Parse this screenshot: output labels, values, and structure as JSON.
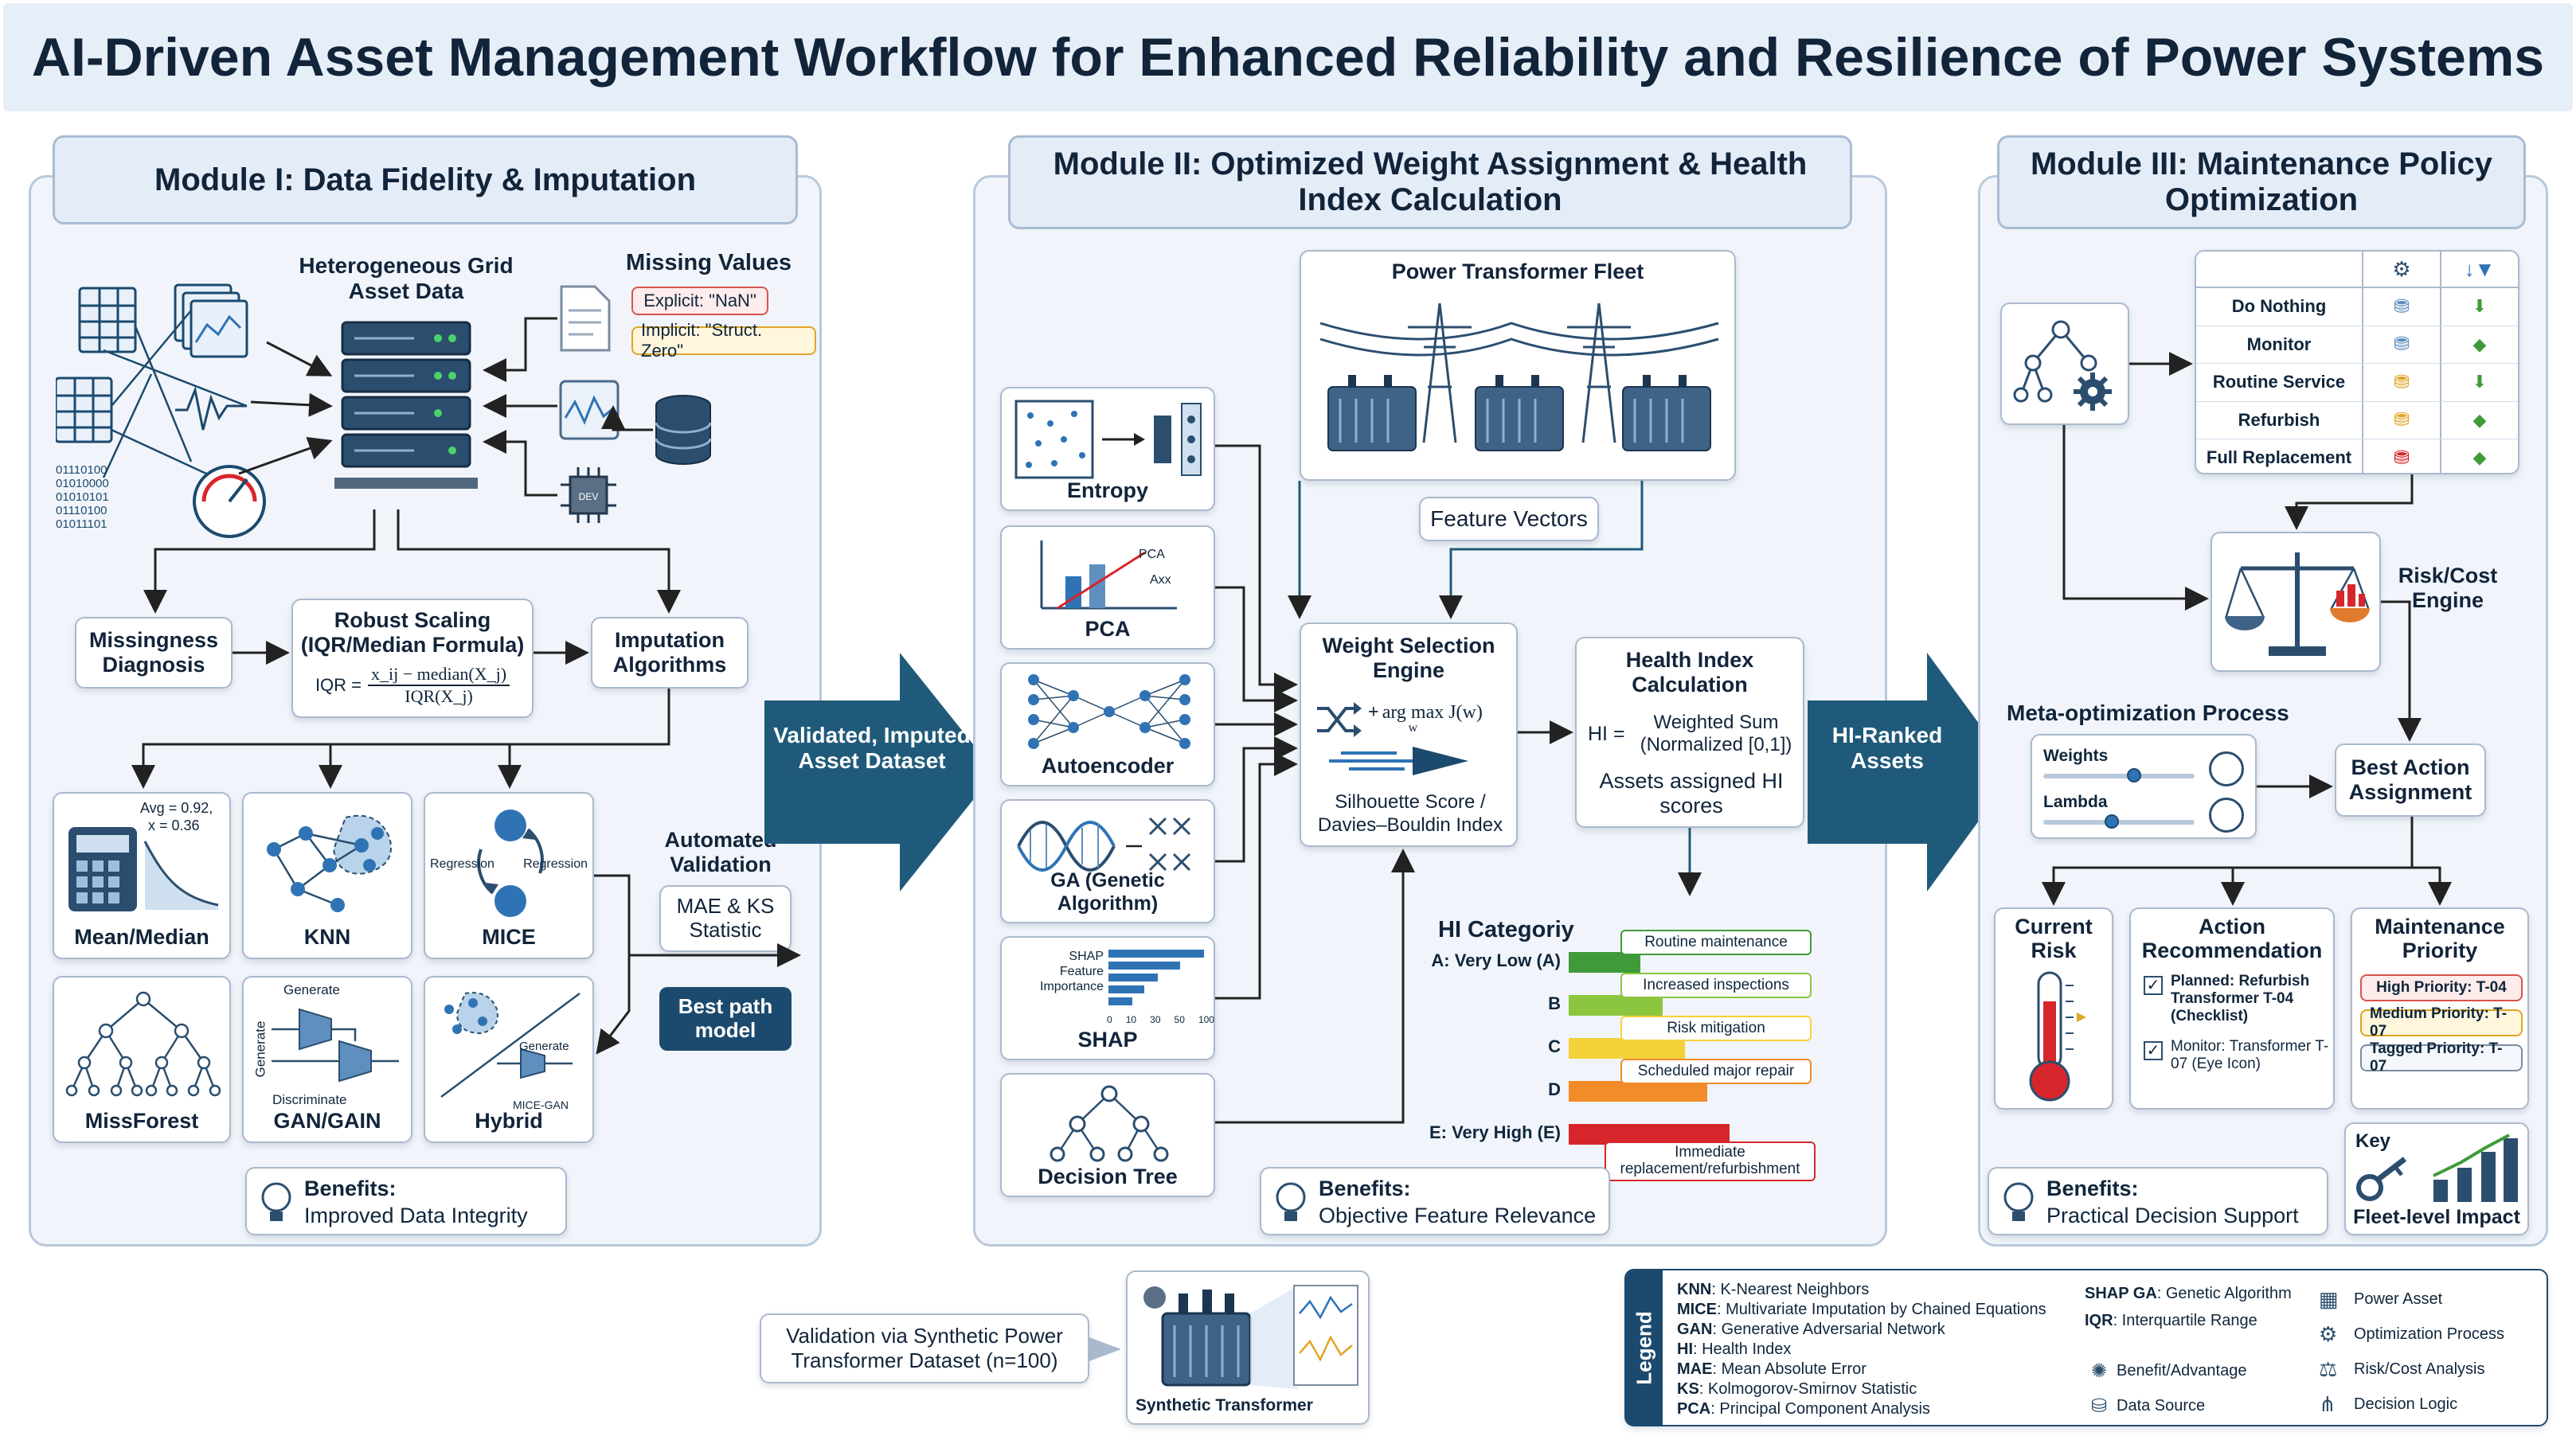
{
  "title": "AI-Driven Asset Management Workflow for Enhanced Reliability and Resilience of Power Systems",
  "module1": {
    "header": "Module I: Data Fidelity & Imputation",
    "grid_data_label": "Heterogeneous Grid Asset Data",
    "binary_text": [
      "01110100",
      "01010000",
      "01010101",
      "01110100",
      "01011101"
    ],
    "missing_values": {
      "title": "Missing Values",
      "explicit": "Explicit: \"NaN\"",
      "implicit": "Implicit: \"Struct. Zero\""
    },
    "chip_text": "DEV",
    "missingness": "Missingness Diagnosis",
    "scaling": {
      "title": "Robust Scaling (IQR/Median Formula)",
      "formula_left": "IQR =",
      "numerator": "x_ij − median(X_j)",
      "denominator": "IQR(X_j)"
    },
    "imputation": "Imputation Algorithms",
    "methods": [
      {
        "label": "Mean/Median",
        "note_avg": "Avg = 0.92,",
        "note_x": "x = 0.36"
      },
      {
        "label": "KNN"
      },
      {
        "label": "MICE",
        "note_l": "Regression",
        "note_r": "Regression"
      },
      {
        "label": "MissForest"
      },
      {
        "label": "GAN/GAIN",
        "note_gen": "Generate",
        "note_gen_v": "Generate",
        "note_disc": "Discriminate"
      },
      {
        "label": "Hybrid",
        "note_gen": "Generate",
        "note_mice": "MICE-GAN"
      }
    ],
    "auto_validation": {
      "title": "Automated Validation",
      "stat": "MAE & KS Statistic",
      "best": "Best path model"
    },
    "benefits_title": "Benefits:",
    "benefits_text": "Improved Data Integrity"
  },
  "arrow1": "Validated, Imputed Asset Dataset",
  "module2": {
    "header": "Module II: Optimized Weight Assignment & Health Index Calculation",
    "fleet": "Power Transformer Fleet",
    "feature_vectors": "Feature Vectors",
    "methods": [
      {
        "label": "Entropy"
      },
      {
        "label": "PCA",
        "note_pca": "PCA",
        "note_axx": "Axx"
      },
      {
        "label": "Autoencoder"
      },
      {
        "label": "GA (Genetic Algorithm)"
      },
      {
        "label": "SHAP",
        "note": "SHAP Feature Importance",
        "ticks": [
          "0",
          "10",
          "30",
          "50",
          "100"
        ]
      },
      {
        "label": "Decision Tree"
      }
    ],
    "engine": {
      "title": "Weight Selection Engine",
      "formula_arg": "arg max",
      "formula_sub": "w",
      "formula_j": "J(w)",
      "score": "Silhouette Score / Davies–Bouldin Index"
    },
    "hi_calc": {
      "title": "Health Index Calculation",
      "eq": "HI =",
      "ws": "Weighted Sum (Normalized [0,1])",
      "assets": "Assets assigned HI scores"
    },
    "hi_category": {
      "title": "HI Categoriy",
      "rows": [
        {
          "grade": "A: Very Low (A)",
          "action": "Routine maintenance",
          "color": "#3f9b3a"
        },
        {
          "grade": "B",
          "action": "Increased inspections",
          "color": "#8cc63f"
        },
        {
          "grade": "C",
          "action": "Risk mitigation",
          "color": "#f3d23a"
        },
        {
          "grade": "D",
          "action": "Scheduled major repair",
          "color": "#f28c28"
        },
        {
          "grade": "E: Very High (E)",
          "action": "Immediate replacement/refurbishment",
          "color": "#d7262b"
        }
      ]
    },
    "benefits_title": "Benefits:",
    "benefits_text": "Objective Feature Relevance"
  },
  "arrow2": "HI-Ranked Assets",
  "module3": {
    "header": "Module III: Maintenance Policy Optimization",
    "policy_rows": [
      "Do Nothing",
      "Monitor",
      "Routine Service",
      "Refurbish",
      "Full Replacement"
    ],
    "risk_engine": "Risk/Cost Engine",
    "meta_title": "Meta-optimization Process",
    "sliders": [
      {
        "label": "Weights",
        "value": 0.6
      },
      {
        "label": "Lambda",
        "value": 0.45
      }
    ],
    "best_action": "Best Action Assignment",
    "current_risk": "Current Risk",
    "action_rec": {
      "title": "Action Recommendation",
      "item1": "Planned: Refurbish Transformer T-04 (Checklist)",
      "item2": "Monitor: Transformer T-07 (Eye Icon)"
    },
    "priority": {
      "title": "Maintenance Priority",
      "high": "High Priority: T-04",
      "medium": "Medium Priority: T-07",
      "tagged": "Tagged Priority: T-07"
    },
    "key": "Key",
    "fleet_impact": "Fleet-level Impact",
    "benefits_title": "Benefits:",
    "benefits_text": "Practical Decision Support"
  },
  "validation": {
    "text": "Validation via Synthetic Power Transformer Dataset (n=100)",
    "caption": "Synthetic Transformer"
  },
  "legend": {
    "title": "Legend",
    "abbrev": [
      {
        "k": "KNN",
        "v": ": K-Nearest Neighbors"
      },
      {
        "k": "MICE",
        "v": ": Multivariate Imputation by Chained Equations"
      },
      {
        "k": "GAN",
        "v": ": Generative Adversarial Network"
      },
      {
        "k": "HI",
        "v": ": Health Index"
      },
      {
        "k": "MAE",
        "v": ": Mean Absolute Error"
      },
      {
        "k": "KS",
        "v": ": Kolmogorov-Smirnov Statistic"
      },
      {
        "k": "PCA",
        "v": ": Principal Component Analysis"
      }
    ],
    "abbrev2": [
      {
        "k": "SHAP GA",
        "v": ": Genetic Algorithm"
      },
      {
        "k": "IQR",
        "v": ": Interquartile Range"
      }
    ],
    "icons_mid": [
      "Benefit/Advantage",
      "Data Source"
    ],
    "icons_right": [
      "Power Asset",
      "Optimization Process",
      "Risk/Cost Analysis",
      "Decision Logic"
    ]
  },
  "colors": {
    "navy": "#1c4a6e",
    "teal_arrow": "#1f5a7a",
    "card_border": "#aab9cc",
    "module_bg": "#f1f5fb"
  }
}
